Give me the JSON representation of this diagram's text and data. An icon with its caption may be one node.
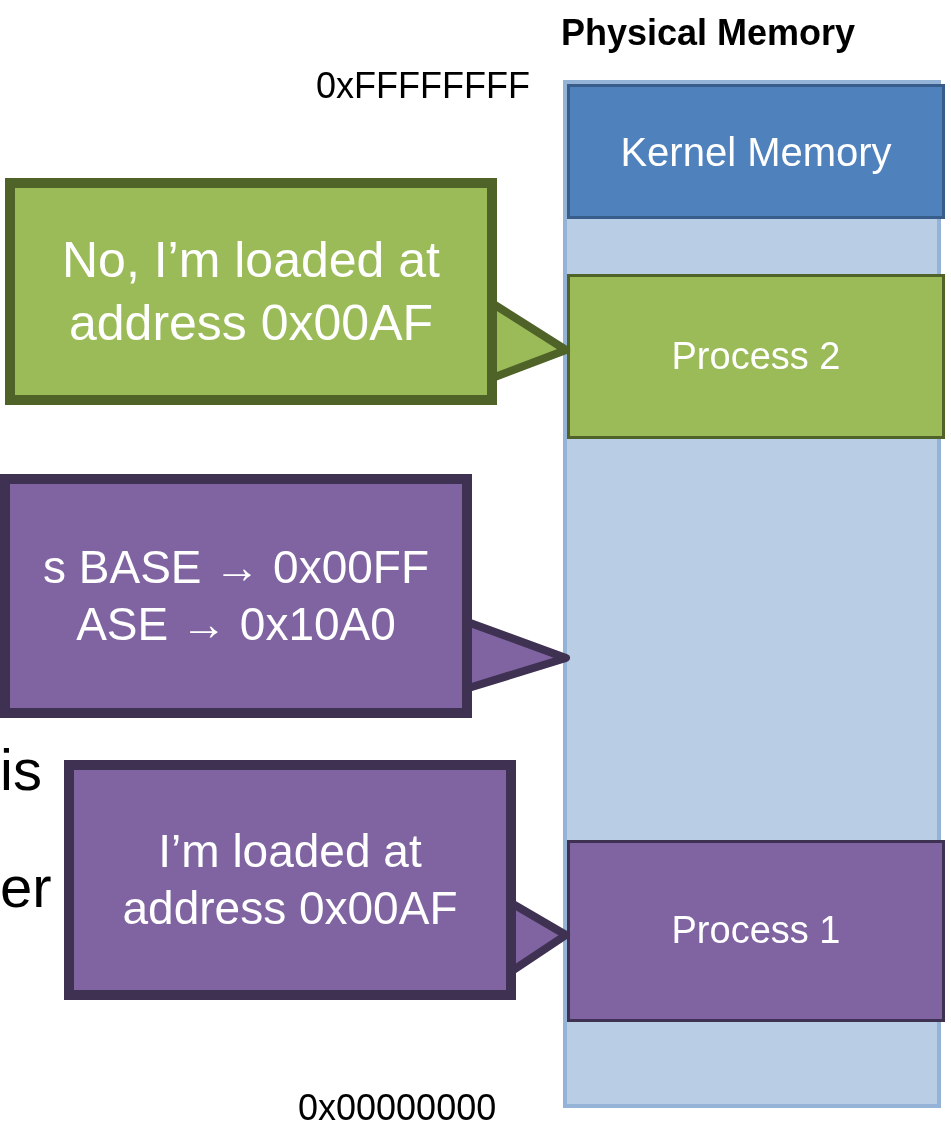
{
  "diagram": {
    "nodes": [
      {
        "text": [
          "Physical Memory"
        ]
      },
      {
        "text": [
          "Kernel Memory"
        ],
        "in": 0
      },
      {
        "text": [
          "Process 2"
        ],
        "in": 0
      },
      {
        "text": [
          "Process 1"
        ],
        "in": 0
      },
      {
        "text": [
          "No, I’m loaded at address 0x00AF"
        ]
      },
      {
        "text": [
          "s BASE → 0x00FF ASE → 0x10A0"
        ]
      },
      {
        "text": [
          "I’m loaded at address 0x00AF"
        ]
      }
    ],
    "edges": [
      {
        "from": 4,
        "to": 2,
        "arrow": "to"
      },
      {
        "from": 5,
        "to": 0,
        "arrow": "to"
      },
      {
        "from": 6,
        "to": 3,
        "arrow": "to"
      }
    ],
    "labels": [
      "0xFFFFFFFF",
      "is",
      "er",
      "0x00000000"
    ]
  }
}
